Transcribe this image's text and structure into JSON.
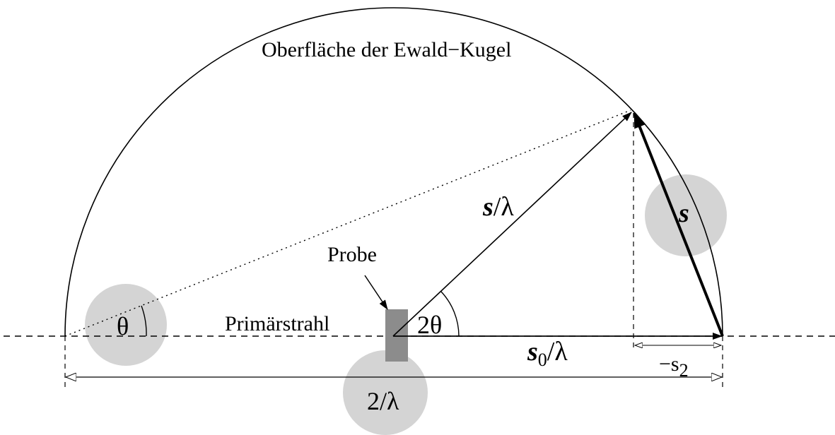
{
  "labels": {
    "sphere_surface": "Oberfläche der Ewald−Kugel",
    "sample": "Probe",
    "primary_beam": "Primärstrahl",
    "theta": "θ",
    "two_theta": "2θ",
    "s_over_lambda": {
      "vec": "s",
      "rest": "/λ"
    },
    "s0_over_lambda": {
      "vec": "s",
      "sub": "0",
      "rest": "/λ"
    },
    "s": "s",
    "minus_s2": {
      "main": "−s",
      "sub": "2"
    },
    "two_over_lambda": "2/λ"
  },
  "colors": {
    "ink": "#000000",
    "highlight_circle": "#d4d4d4",
    "sample_block": "#8c8c8c",
    "background": "#ffffff"
  }
}
